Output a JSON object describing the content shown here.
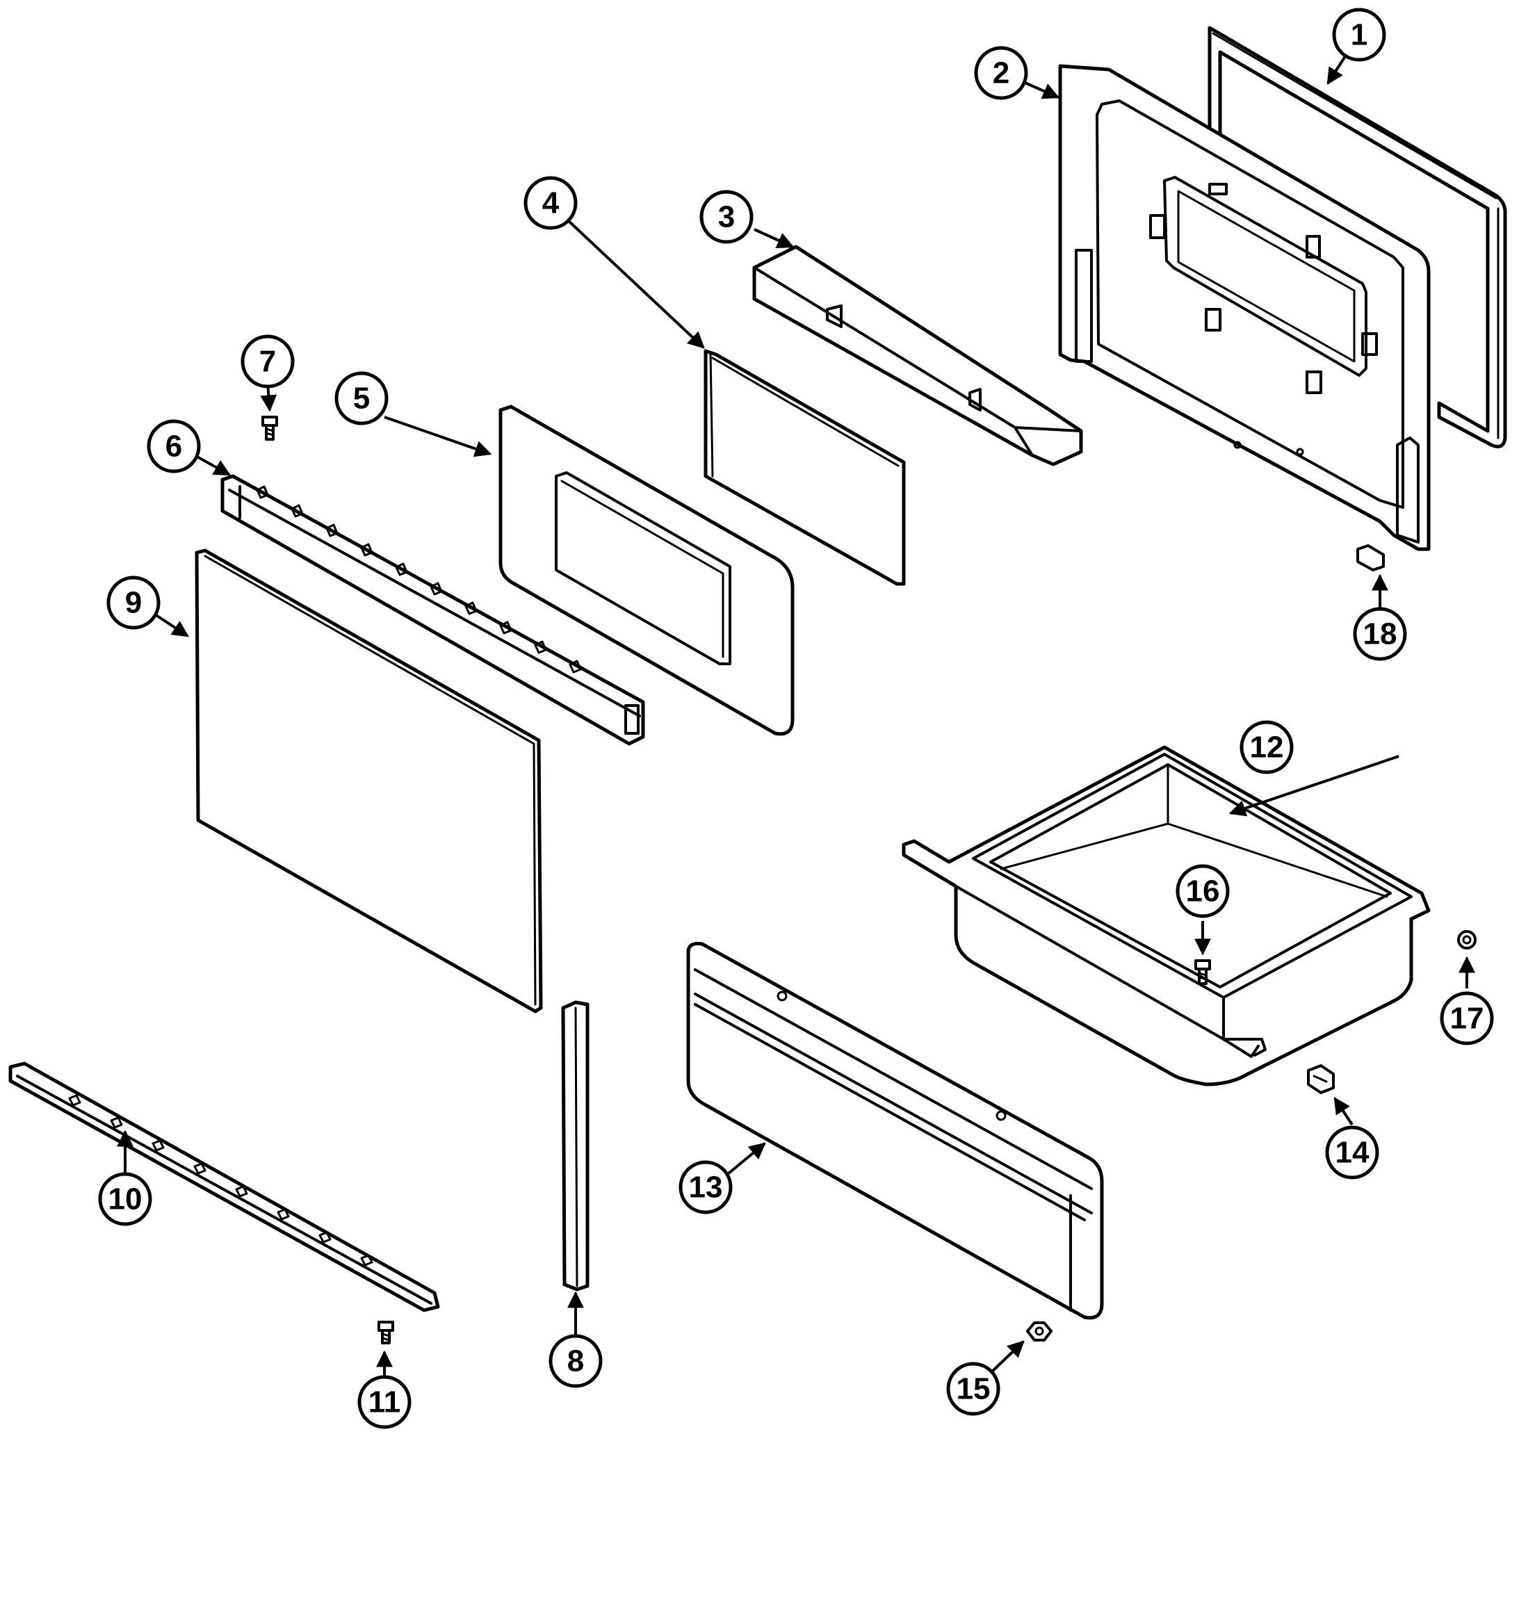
{
  "callouts": [
    "1",
    "2",
    "3",
    "4",
    "5",
    "6",
    "7",
    "8",
    "9",
    "10",
    "11",
    "12",
    "13",
    "14",
    "15",
    "16",
    "17",
    "18"
  ],
  "colors": {
    "line": "#000000",
    "background": "#ffffff"
  }
}
